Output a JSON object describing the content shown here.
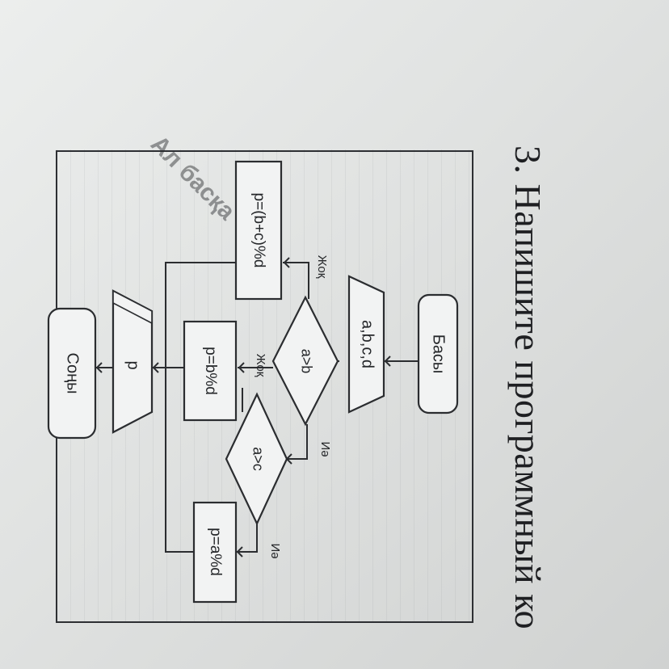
{
  "page": {
    "heading": "3. Напишите программный ко"
  },
  "flowchart": {
    "start": "Басы",
    "input": "a,b,c,d",
    "cond1": "a>b",
    "cond2": "a>c",
    "proc_b": "p=b%d",
    "proc_a": "p=a%d",
    "proc_bc": "p=(b+c)%d",
    "output": "p",
    "end": "Соңы",
    "label_yes_1": "Иә",
    "label_no_1": "Жоқ",
    "label_yes_2": "Иә",
    "label_no_2": "Жоқ"
  },
  "watermark": "Ал басқа"
}
